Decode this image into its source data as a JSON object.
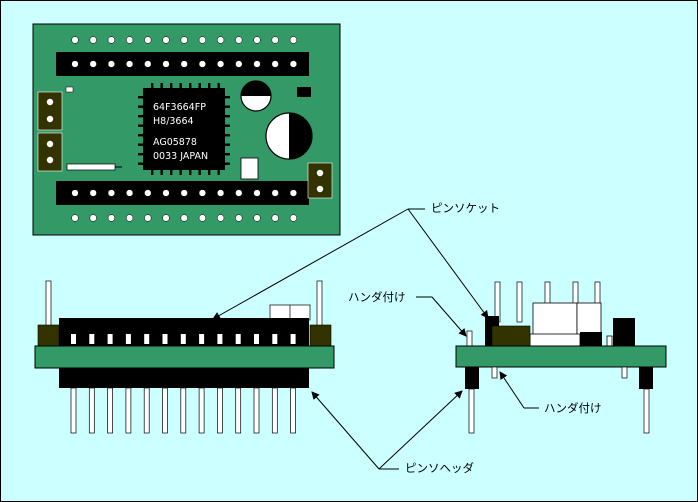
{
  "colors": {
    "background": "#ccffff",
    "pcb": "#339966",
    "connector": "#000000",
    "pin": "#ffffff",
    "header_block": "#333300",
    "chip": "#000000"
  },
  "chip": {
    "line1": "64F3664FP",
    "line2": "H8/3664",
    "line3": "AG05878",
    "line4": "0033  JAPAN"
  },
  "callouts": {
    "pin_socket": "ピンソケット",
    "solder_left": "ハンダ付け",
    "solder_right": "ハンダ付け",
    "pin_header": "ピンソヘッダ"
  }
}
